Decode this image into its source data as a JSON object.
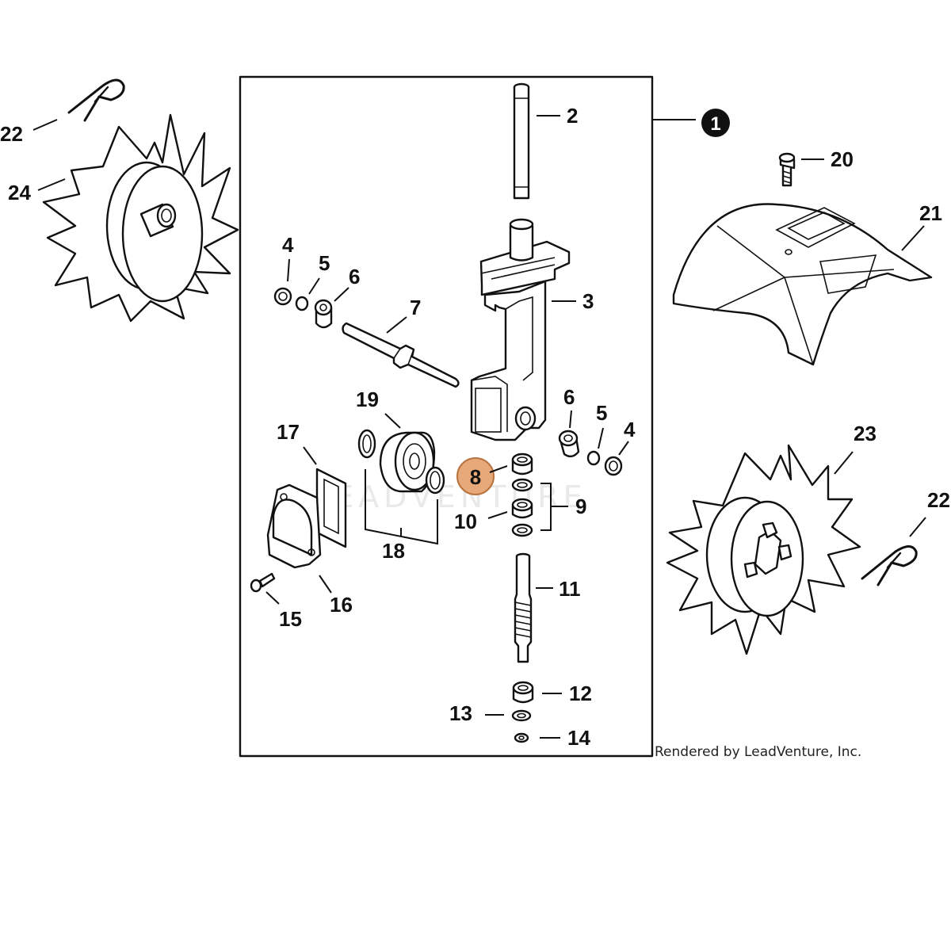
{
  "callouts": {
    "c1": "1",
    "c2": "2",
    "c3": "3",
    "c4a": "4",
    "c4b": "4",
    "c5a": "5",
    "c5b": "5",
    "c6a": "6",
    "c6b": "6",
    "c7": "7",
    "c8": "8",
    "c9": "9",
    "c10": "10",
    "c11": "11",
    "c12": "12",
    "c13": "13",
    "c14": "14",
    "c15": "15",
    "c16": "16",
    "c17": "17",
    "c18": "18",
    "c19": "19",
    "c20": "20",
    "c21": "21",
    "c22a": "22",
    "c22b": "22",
    "c23": "23",
    "c24": "24"
  },
  "highlight": {
    "part": "8",
    "color": "#e7a97a",
    "border": "#b8723e"
  },
  "watermark": "LEADVENTURE",
  "credit": "Rendered by LeadVenture, Inc."
}
